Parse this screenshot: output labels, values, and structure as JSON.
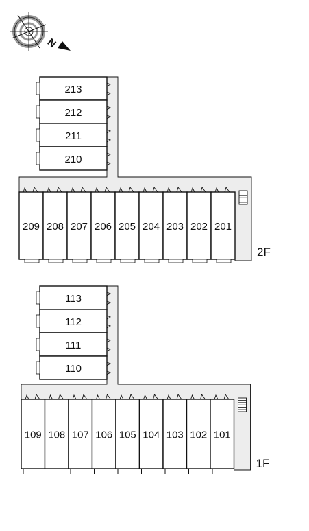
{
  "compass": {
    "icon": "compass-north-icon",
    "label": "N"
  },
  "floors": [
    {
      "label": "2F",
      "wing_units": [
        "213",
        "212",
        "211",
        "210"
      ],
      "row_units": [
        "209",
        "208",
        "207",
        "206",
        "205",
        "204",
        "203",
        "202",
        "201"
      ]
    },
    {
      "label": "1F",
      "wing_units": [
        "113",
        "112",
        "111",
        "110"
      ],
      "row_units": [
        "109",
        "108",
        "107",
        "106",
        "105",
        "104",
        "103",
        "102",
        "101"
      ]
    }
  ],
  "colors": {
    "line": "#111111",
    "corridor": "#ededed",
    "unit": "#ffffff"
  }
}
